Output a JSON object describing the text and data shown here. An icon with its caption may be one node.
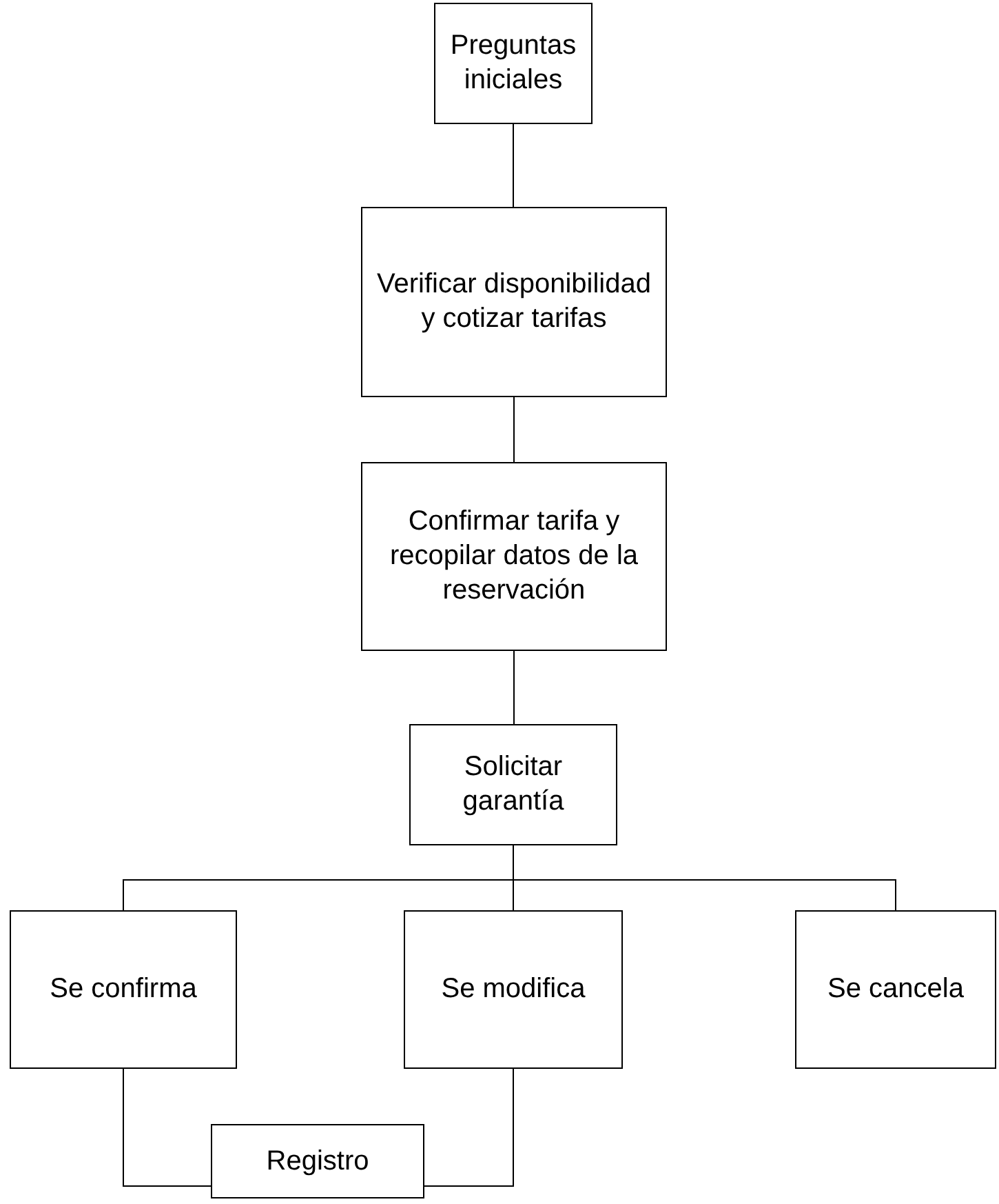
{
  "diagram": {
    "nodes": [
      {
        "text": [
          "Preguntas iniciales"
        ]
      },
      {
        "text": [
          "Verificar disponibilidad y cotizar tarifas"
        ]
      },
      {
        "text": [
          "Confirmar tarifa y recopilar datos de la reservación"
        ]
      },
      {
        "text": [
          "Solicitar garantía"
        ]
      },
      {
        "text": [
          "Se confirma"
        ]
      },
      {
        "text": [
          "Se modifica"
        ]
      },
      {
        "text": [
          "Se cancela"
        ]
      },
      {
        "text": [
          "Registro"
        ]
      }
    ],
    "edges": [
      {
        "from": 0,
        "to": 1,
        "arrow": "none"
      },
      {
        "from": 1,
        "to": 2,
        "arrow": "none"
      },
      {
        "from": 2,
        "to": 3,
        "arrow": "none"
      },
      {
        "from": 3,
        "to": 4,
        "arrow": "none"
      },
      {
        "from": 3,
        "to": 5,
        "arrow": "none"
      },
      {
        "from": 3,
        "to": 6,
        "arrow": "none"
      },
      {
        "from": 4,
        "to": 7,
        "arrow": "none"
      },
      {
        "from": 5,
        "to": 7,
        "arrow": "none"
      }
    ]
  }
}
